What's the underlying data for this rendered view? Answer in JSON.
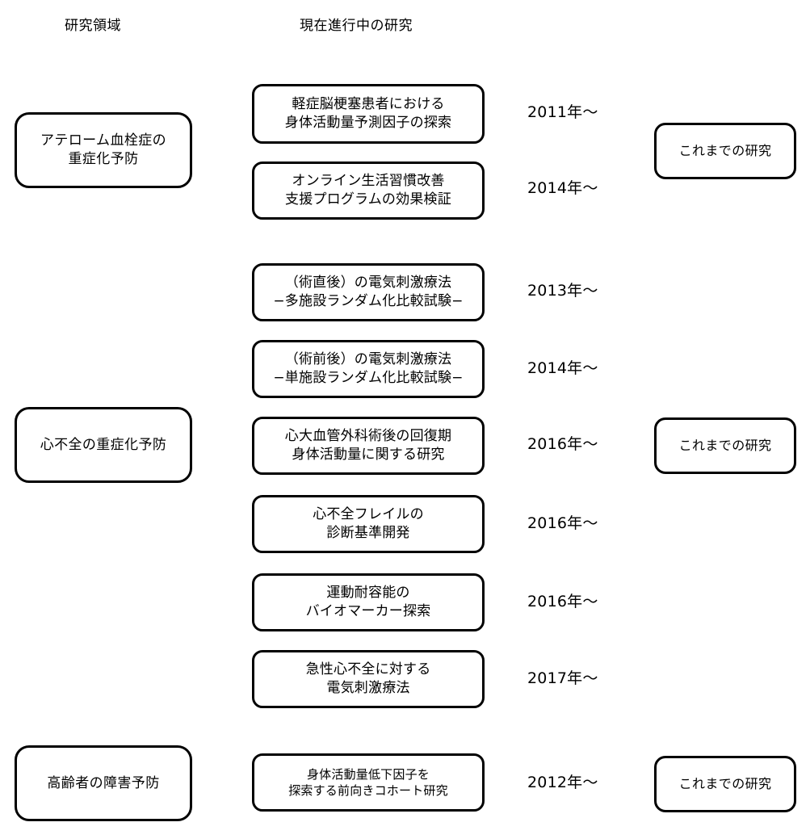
{
  "headers": {
    "research_area": "研究領域",
    "ongoing_research": "現在進行中の研究"
  },
  "domains": [
    {
      "label": "アテローム血栓症の\n重症化予防"
    },
    {
      "label": "心不全の重症化予防"
    },
    {
      "label": "高齢者の障害予防"
    }
  ],
  "studies": [
    {
      "label": "軽症脳梗塞患者における\n身体活動量予測因子の探索",
      "year": "2011年〜"
    },
    {
      "label": "オンライン生活習慣改善\n支援プログラムの効果検証",
      "year": "2014年〜"
    },
    {
      "label": "（術直後）の電気刺激療法\n−多施設ランダム化比較試験−",
      "year": "2013年〜"
    },
    {
      "label": "（術前後）の電気刺激療法\n−単施設ランダム化比較試験−",
      "year": "2014年〜"
    },
    {
      "label": "心大血管外科術後の回復期\n身体活動量に関する研究",
      "year": "2016年〜"
    },
    {
      "label": "心不全フレイルの\n診断基準開発",
      "year": "2016年〜"
    },
    {
      "label": "運動耐容能の\nバイオマーカー探索",
      "year": "2016年〜"
    },
    {
      "label": "急性心不全に対する\n電気刺激療法",
      "year": "2017年〜"
    },
    {
      "label": "身体活動量低下因子を\n探索する前向きコホート研究",
      "year": "2012年〜"
    }
  ],
  "past_research": [
    {
      "label": "これまでの研究"
    },
    {
      "label": "これまでの研究"
    },
    {
      "label": "これまでの研究"
    }
  ],
  "colors": {
    "background": "#ffffff",
    "border": "#000000",
    "text": "#000000"
  }
}
